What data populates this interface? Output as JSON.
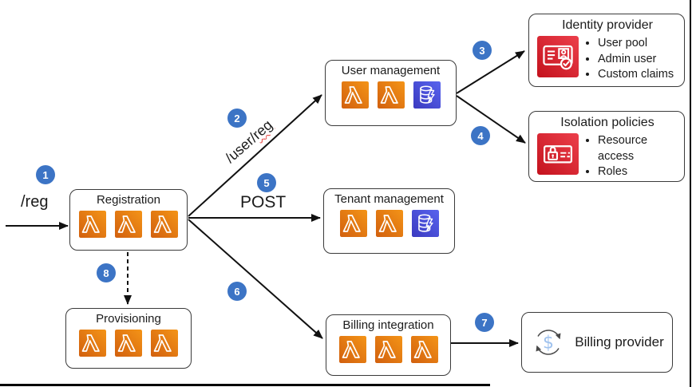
{
  "diagram": {
    "steps": [
      "1",
      "2",
      "3",
      "4",
      "5",
      "6",
      "7",
      "8"
    ],
    "labels": {
      "entry_path": "/reg",
      "user_path_prefix": "/user/",
      "user_path_flagged": "reg",
      "method": "POST"
    },
    "boxes": {
      "registration": {
        "title": "Registration",
        "icons": [
          "lambda",
          "lambda",
          "lambda"
        ]
      },
      "provisioning": {
        "title": "Provisioning",
        "icons": [
          "lambda",
          "lambda",
          "lambda"
        ]
      },
      "user_management": {
        "title": "User management",
        "icons": [
          "lambda",
          "lambda",
          "dynamodb"
        ]
      },
      "tenant_management": {
        "title": "Tenant management",
        "icons": [
          "lambda",
          "lambda",
          "dynamodb"
        ]
      },
      "billing_integration": {
        "title": "Billing integration",
        "icons": [
          "lambda",
          "lambda",
          "lambda"
        ]
      },
      "identity_provider": {
        "title": "Identity provider",
        "icon": "identity-card-icon",
        "bullets": [
          "User pool",
          "Admin user",
          "Custom claims"
        ]
      },
      "isolation_policies": {
        "title": "Isolation policies",
        "icon": "lock-policy-icon",
        "bullets": [
          "Resource access",
          "Roles"
        ]
      },
      "billing_provider": {
        "title": "Billing provider",
        "icon": "billing-cycle-icon"
      }
    },
    "colors": {
      "badge_blue": "#3C74C5",
      "lambda_orange_light": "#F49417",
      "lambda_orange_dark": "#D2600E",
      "dynamodb_blue_light": "#5864EE",
      "dynamodb_blue_dark": "#3B3AC0",
      "security_red_light": "#EC3F4B",
      "security_red_dark": "#C4121D",
      "arrow_black": "#111111",
      "dollar_blue": "#9FC2EE"
    }
  }
}
